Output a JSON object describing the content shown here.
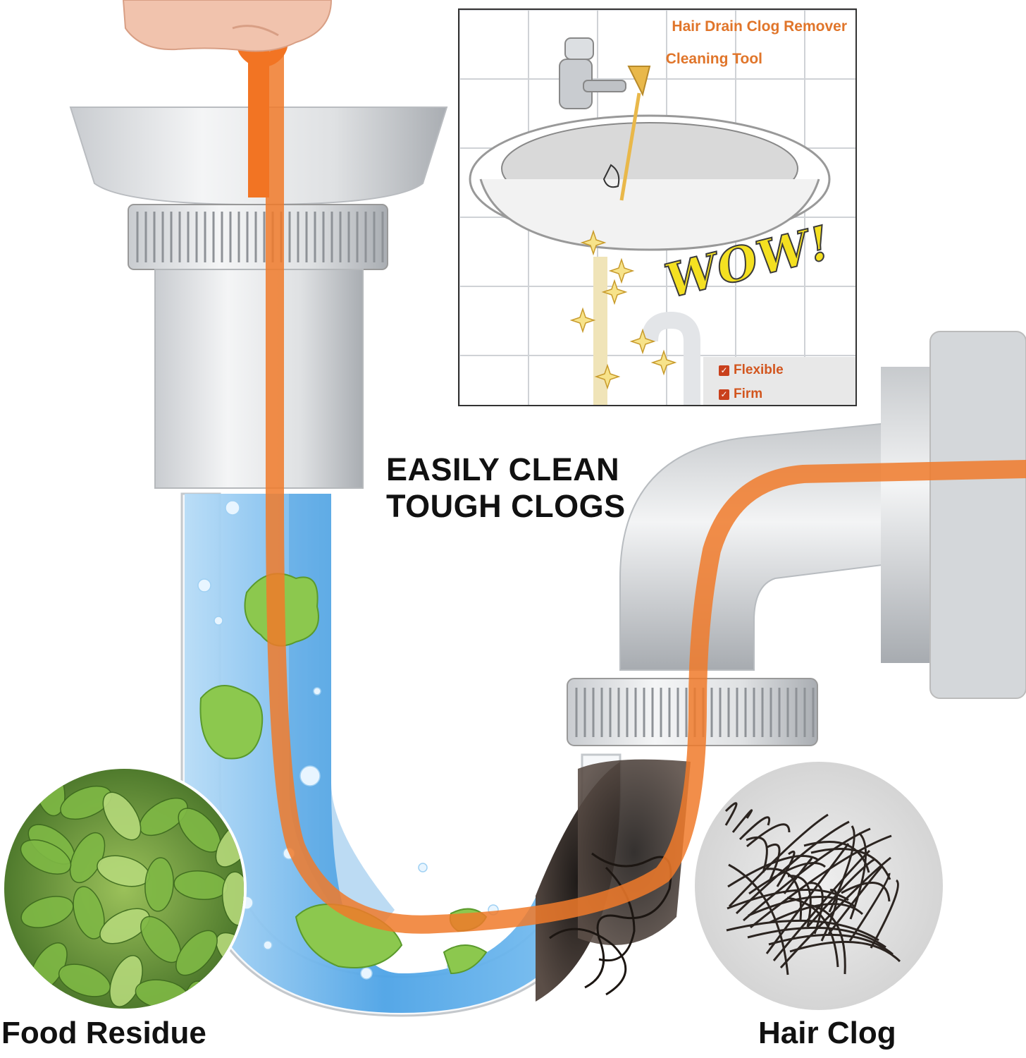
{
  "inset": {
    "title_line1": "Hair Drain Clog Remover",
    "title_line2": "Cleaning Tool",
    "exclamation": "WOW!",
    "features": [
      "Flexible",
      "Firm"
    ],
    "check_glyph": "✓"
  },
  "headline": {
    "line1": "EASILY CLEAN",
    "line2": "TOUGH CLOGS"
  },
  "labels": {
    "food_residue": "Food Residue",
    "hair_clog": "Hair Clog"
  },
  "colors": {
    "tool_orange": "#f07a2a",
    "water_blue": "#6bb6ec",
    "pipe_silver": "#d9dcdf",
    "inset_title": "#e0752a",
    "check_red": "#c9401c"
  },
  "icons": [
    "pulling-hand-icon",
    "sink-icon",
    "faucet-icon",
    "sparkle-icon",
    "check-icon"
  ]
}
